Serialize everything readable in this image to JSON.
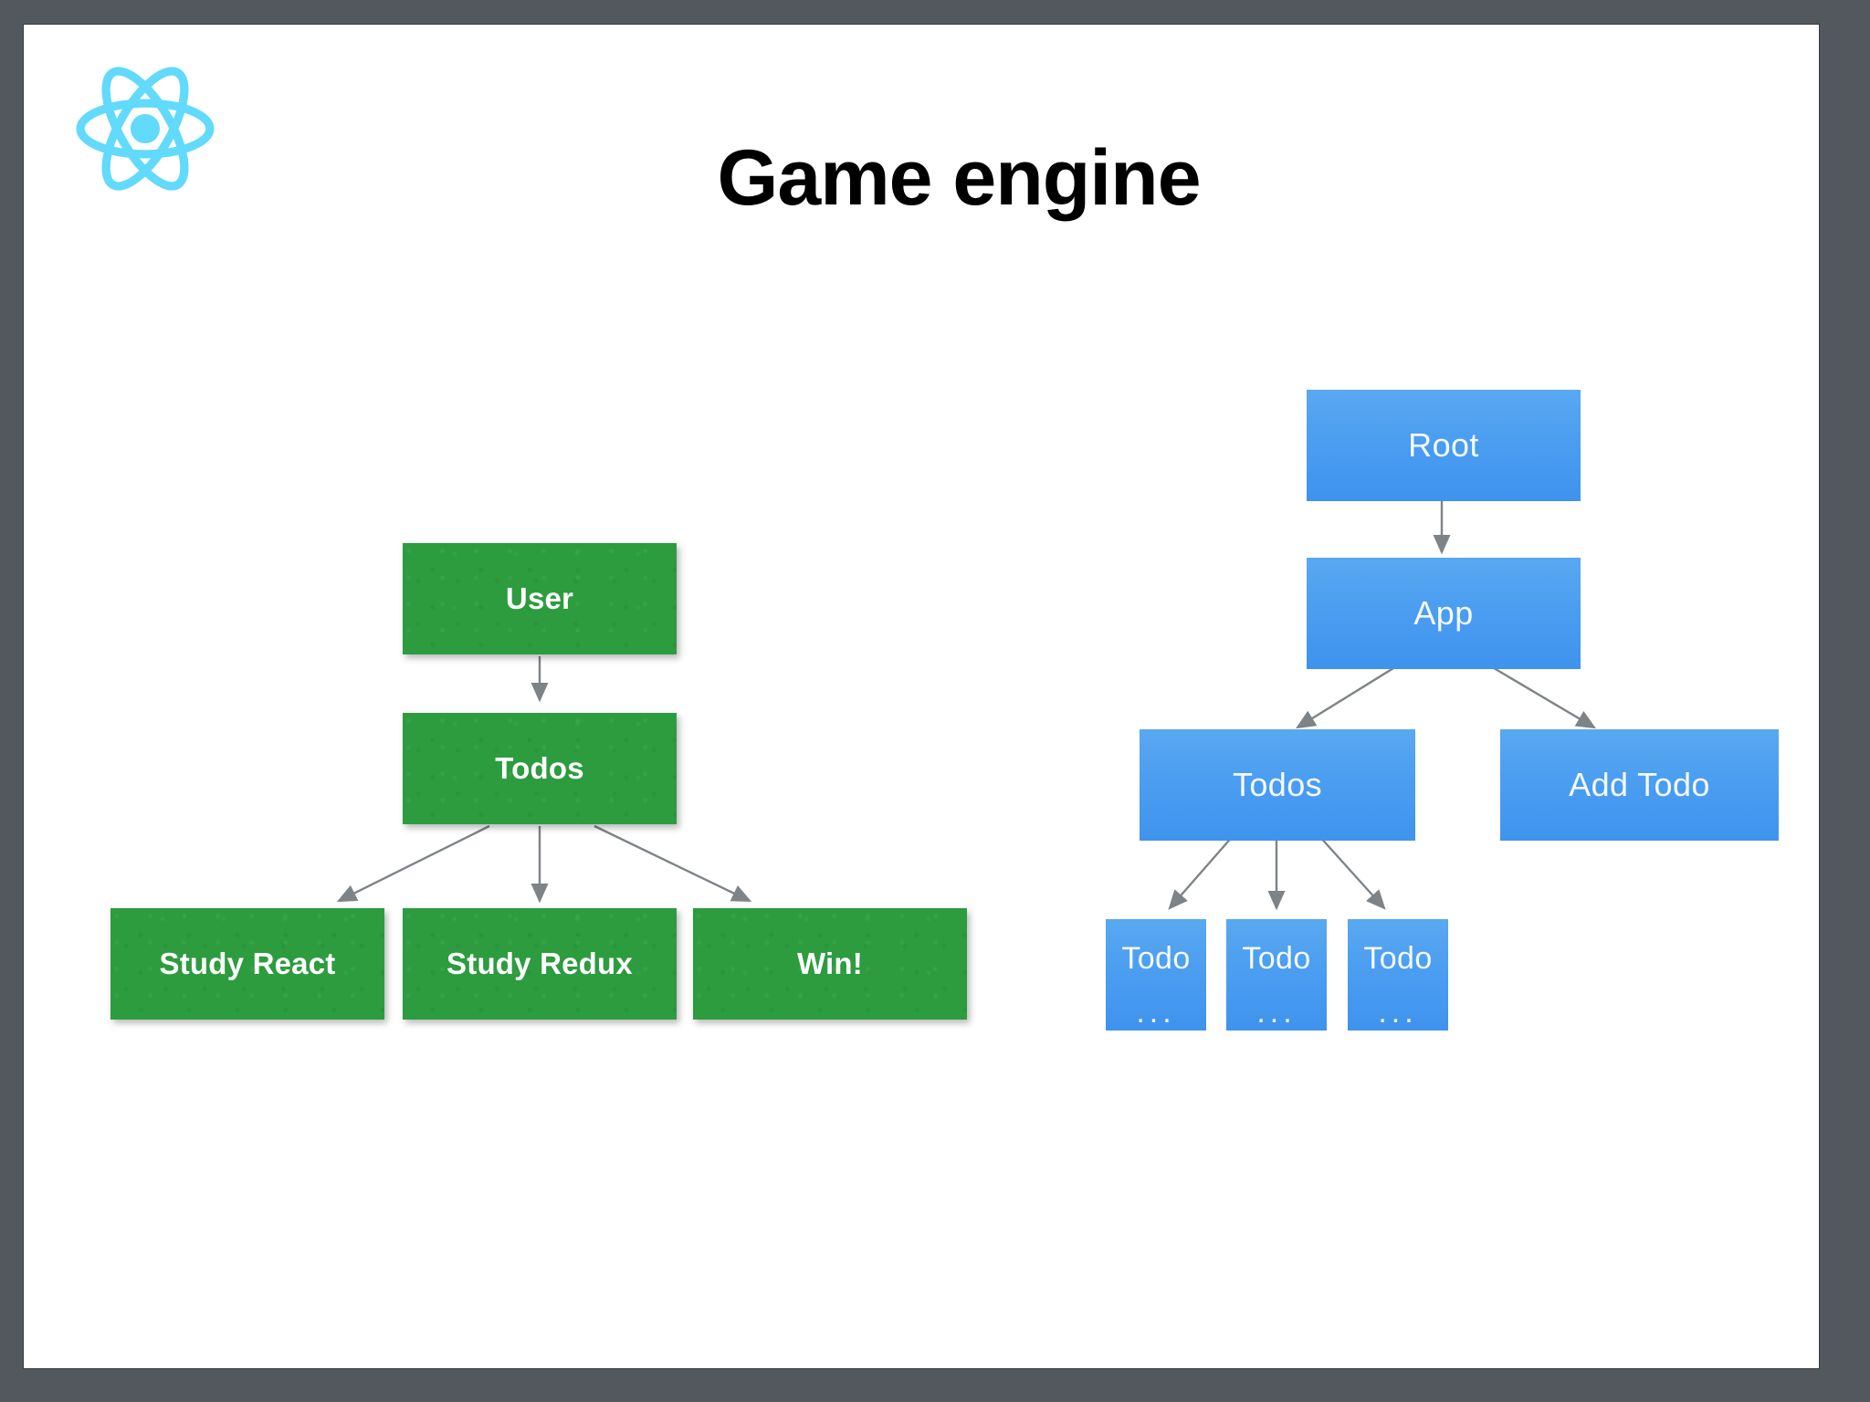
{
  "slide": {
    "title": "Game engine",
    "logo": "react-logo"
  },
  "colors": {
    "frame": "#53585e",
    "slide_bg": "#ffffff",
    "green": "#2c9c3f",
    "blue": "#4b9ef0",
    "arrow": "#7d8387",
    "title_text": "#000000",
    "logo_cyan": "#61dafb"
  },
  "diagrams": [
    {
      "name": "state-tree",
      "style": "green",
      "nodes": [
        {
          "id": "user",
          "label": "User"
        },
        {
          "id": "todos",
          "label": "Todos"
        },
        {
          "id": "study-react",
          "label": "Study React"
        },
        {
          "id": "study-redux",
          "label": "Study Redux"
        },
        {
          "id": "win",
          "label": "Win!"
        }
      ],
      "edges": [
        {
          "from": "user",
          "to": "todos"
        },
        {
          "from": "todos",
          "to": "study-react"
        },
        {
          "from": "todos",
          "to": "study-redux"
        },
        {
          "from": "todos",
          "to": "win"
        }
      ]
    },
    {
      "name": "component-tree",
      "style": "blue",
      "nodes": [
        {
          "id": "root",
          "label": "Root"
        },
        {
          "id": "app",
          "label": "App"
        },
        {
          "id": "c-todos",
          "label": "Todos"
        },
        {
          "id": "add-todo",
          "label": "Add Todo"
        },
        {
          "id": "todo-1",
          "label": "Todo",
          "sub": "..."
        },
        {
          "id": "todo-2",
          "label": "Todo",
          "sub": "..."
        },
        {
          "id": "todo-3",
          "label": "Todo",
          "sub": "..."
        }
      ],
      "edges": [
        {
          "from": "root",
          "to": "app"
        },
        {
          "from": "app",
          "to": "c-todos"
        },
        {
          "from": "app",
          "to": "add-todo"
        },
        {
          "from": "c-todos",
          "to": "todo-1"
        },
        {
          "from": "c-todos",
          "to": "todo-2"
        },
        {
          "from": "c-todos",
          "to": "todo-3"
        }
      ]
    }
  ]
}
